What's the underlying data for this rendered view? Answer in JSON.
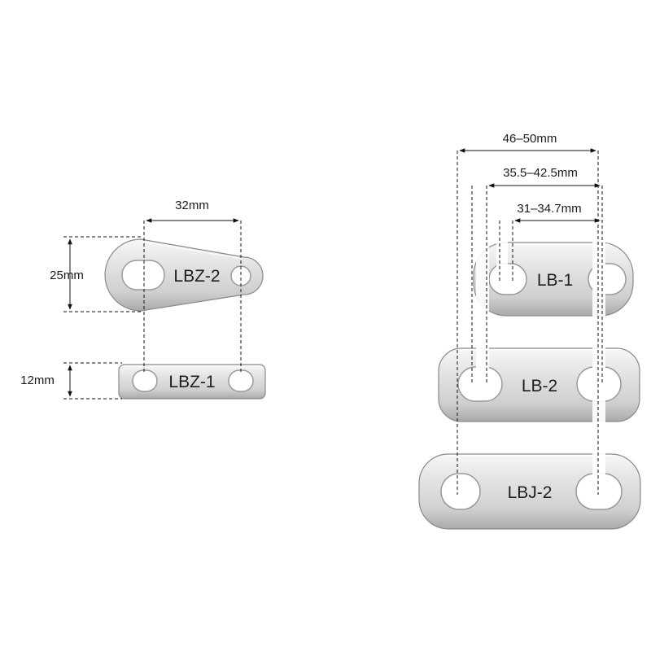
{
  "parts": {
    "lbz2": {
      "label": "LBZ-2"
    },
    "lbz1": {
      "label": "LBZ-1"
    },
    "lb1": {
      "label": "LB-1"
    },
    "lb2": {
      "label": "LB-2"
    },
    "lbj2": {
      "label": "LBJ-2"
    }
  },
  "dimensions": {
    "lbz_spacing": "32mm",
    "lbz2_height": "25mm",
    "lbz1_height": "12mm",
    "lbj2_spacing": "46–50mm",
    "lb2_spacing": "35.5–42.5mm",
    "lb1_spacing": "31–34.7mm"
  },
  "colors": {
    "steel_light": "#f2f2f2",
    "steel_mid": "#c9c9c9",
    "steel_dark": "#8e8e8e",
    "dim_line": "#111111"
  }
}
